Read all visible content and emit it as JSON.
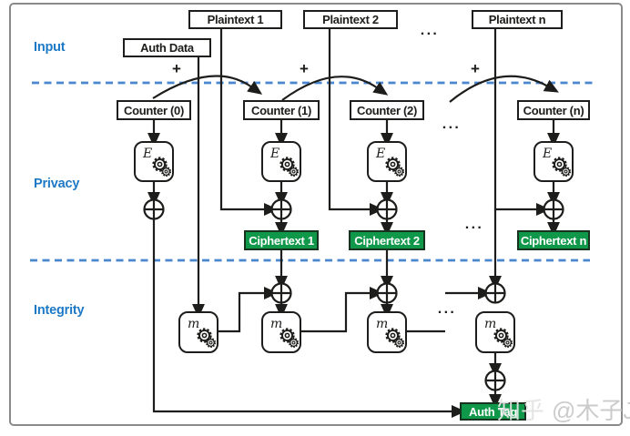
{
  "labels": {
    "input": "Input",
    "privacy": "Privacy",
    "integrity": "Integrity"
  },
  "boxes": {
    "plaintext_1": "Plaintext 1",
    "plaintext_2": "Plaintext 2",
    "plaintext_n": "Plaintext n",
    "auth_data": "Auth Data",
    "counter_0": "Counter (0)",
    "counter_1": "Counter (1)",
    "counter_2": "Counter (2)",
    "counter_n": "Counter (n)",
    "ciphertext_1": "Ciphertext 1",
    "ciphertext_2": "Ciphertext 2",
    "ciphertext_n": "Ciphertext n",
    "auth_tag": "Auth Tag"
  },
  "blocks": {
    "encrypt_letter": "E",
    "mac_letter": "m"
  },
  "symbols": {
    "plus": "+",
    "ellipsis": "···"
  },
  "watermark": {
    "brand": "知乎",
    "handle": "@木子J"
  },
  "colors": {
    "green": "#10984a",
    "section_blue": "#1d79c6",
    "dashed_blue": "#4b87cf",
    "line": "#1d1d1b"
  }
}
